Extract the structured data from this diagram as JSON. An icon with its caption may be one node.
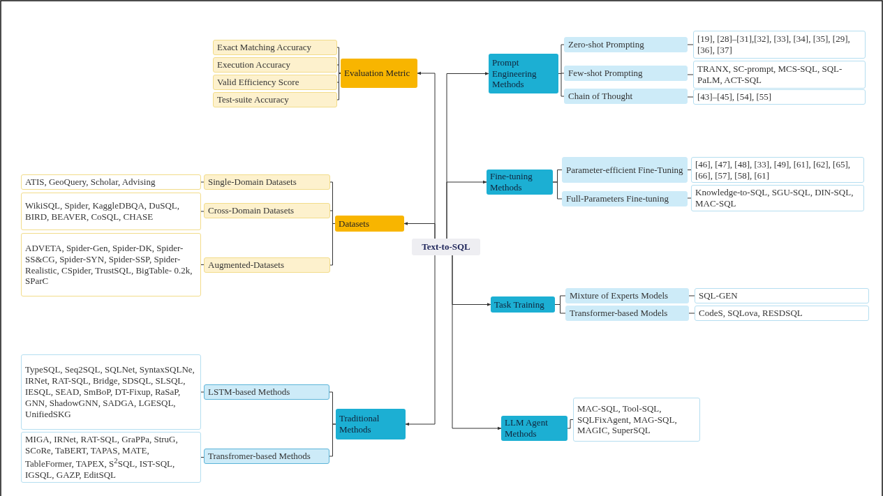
{
  "diagram": {
    "nodes": [
      {
        "text": [
          "Text-to-SQL"
        ]
      },
      {
        "text": [
          "Evaluation Metric"
        ]
      },
      {
        "text": [
          "Exact Matching Accuracy"
        ]
      },
      {
        "text": [
          "Execution Accuracy"
        ]
      },
      {
        "text": [
          "Valid Efficiency Score"
        ]
      },
      {
        "text": [
          "Test-suite Accuracy"
        ]
      },
      {
        "text": [
          "Datasets"
        ]
      },
      {
        "text": [
          "Single-Domain Datasets"
        ]
      },
      {
        "text": [
          "ATIS, GeoQuery, Scholar, Advising"
        ]
      },
      {
        "text": [
          "Cross-Domain Datasets"
        ]
      },
      {
        "text": [
          "WikiSQL, Spider, KaggleDBQA, DuSQL, BIRD, BEAVER, CoSQL, CHASE"
        ]
      },
      {
        "text": [
          "Augmented-Datasets"
        ]
      },
      {
        "text": [
          "ADVETA, Spider-Gen, Spider-DK, Spider- SS&CG, Spider-SYN, Spider-SSP, Spider-Realistic, CSpider, TrustSQL, BigTable- 0.2k, SParC"
        ]
      },
      {
        "text": [
          "Traditional Methods"
        ]
      },
      {
        "text": [
          "LSTM-based Methods"
        ]
      },
      {
        "text": [
          "TypeSQL, Seq2SQL, SQLNet, SyntaxSQLNe, IRNet, RAT-SQL, Bridge, SDSQL, SLSQL, IESQL, SEAD, SmBoP, DT-Fixup, RaSaP, GNN, ShadowGNN, SADGA, LGESQL, UnifiedSKG"
        ]
      },
      {
        "text": [
          "Transfromer-based Methods"
        ]
      },
      {
        "text": [
          "MIGA, IRNet, RAT-SQL, GraPPa, StruG, SCoRe, TaBERT, TAPAS, MATE, TableFormer, TAPEX, S$^{2}$SQL, IST-SQL, IGSQL, GAZP, EditSQL"
        ]
      },
      {
        "text": [
          "Prompt Engineering Methods"
        ]
      },
      {
        "text": [
          "Zero-shot Prompting"
        ]
      },
      {
        "text": [
          "[19], [28]–[31],[32], [33], [34], [35], [29], [36], [37]"
        ]
      },
      {
        "text": [
          "Few-shot Prompting"
        ]
      },
      {
        "text": [
          "TRANX, SC-prompt, MCS-SQL, SQL-PaLM, ACT-SQL"
        ]
      },
      {
        "text": [
          "Chain of Thought"
        ]
      },
      {
        "text": [
          "[43]–[45], [54], [55]"
        ]
      },
      {
        "text": [
          "Fine-tuning Methods"
        ]
      },
      {
        "text": [
          "Parameter-efficient Fine-Tuning"
        ]
      },
      {
        "text": [
          "[46], [47], [48], [33], [49], [61], [62], [65], [66], [57], [58], [61]"
        ]
      },
      {
        "text": [
          "Full-Parameters Fine-tuning"
        ]
      },
      {
        "text": [
          "Knowledge-to-SQL, SGU-SQL, DIN-SQL, MAC-SQL"
        ]
      },
      {
        "text": [
          "Task Training"
        ]
      },
      {
        "text": [
          "Mixture of Experts Models"
        ]
      },
      {
        "text": [
          "SQL-GEN"
        ]
      },
      {
        "text": [
          "Transformer-based Models"
        ]
      },
      {
        "text": [
          "CodeS, SQLova, RESDSQL"
        ]
      },
      {
        "text": [
          "LLM Agent Methods"
        ]
      },
      {
        "text": [
          "MAC-SQL, Tool-SQL, SQLFixAgent, MAG-SQL, MAGIC, SuperSQL"
        ]
      }
    ],
    "edges": [
      {
        "from": 0,
        "to": 1,
        "arrow": "to"
      },
      {
        "from": 0,
        "to": 6,
        "arrow": "to"
      },
      {
        "from": 0,
        "to": 13,
        "arrow": "to"
      },
      {
        "from": 0,
        "to": 18,
        "arrow": "to"
      },
      {
        "from": 0,
        "to": 25,
        "arrow": "to"
      },
      {
        "from": 0,
        "to": 30,
        "arrow": "to"
      },
      {
        "from": 0,
        "to": 35,
        "arrow": "to"
      },
      {
        "from": 1,
        "to": 2,
        "arrow": "none"
      },
      {
        "from": 1,
        "to": 3,
        "arrow": "none"
      },
      {
        "from": 1,
        "to": 4,
        "arrow": "none"
      },
      {
        "from": 1,
        "to": 5,
        "arrow": "none"
      },
      {
        "from": 6,
        "to": 7,
        "arrow": "none"
      },
      {
        "from": 6,
        "to": 9,
        "arrow": "none"
      },
      {
        "from": 6,
        "to": 11,
        "arrow": "none"
      },
      {
        "from": 13,
        "to": 14,
        "arrow": "none"
      },
      {
        "from": 13,
        "to": 16,
        "arrow": "none"
      },
      {
        "from": 18,
        "to": 19,
        "arrow": "none"
      },
      {
        "from": 18,
        "to": 21,
        "arrow": "none"
      },
      {
        "from": 18,
        "to": 23,
        "arrow": "none"
      },
      {
        "from": 25,
        "to": 26,
        "arrow": "none"
      },
      {
        "from": 25,
        "to": 28,
        "arrow": "none"
      },
      {
        "from": 30,
        "to": 31,
        "arrow": "none"
      },
      {
        "from": 30,
        "to": 33,
        "arrow": "none"
      },
      {
        "from": 7,
        "to": 8,
        "arrow": "none"
      },
      {
        "from": 9,
        "to": 10,
        "arrow": "none"
      },
      {
        "from": 11,
        "to": 12,
        "arrow": "none"
      },
      {
        "from": 14,
        "to": 15,
        "arrow": "none"
      },
      {
        "from": 16,
        "to": 17,
        "arrow": "none"
      },
      {
        "from": 19,
        "to": 20,
        "arrow": "none"
      },
      {
        "from": 21,
        "to": 22,
        "arrow": "none"
      },
      {
        "from": 23,
        "to": 24,
        "arrow": "none"
      },
      {
        "from": 26,
        "to": 27,
        "arrow": "none"
      },
      {
        "from": 28,
        "to": 29,
        "arrow": "none"
      },
      {
        "from": 31,
        "to": 32,
        "arrow": "none"
      },
      {
        "from": 33,
        "to": 34,
        "arrow": "none"
      },
      {
        "from": 35,
        "to": 36,
        "arrow": "none"
      }
    ]
  }
}
